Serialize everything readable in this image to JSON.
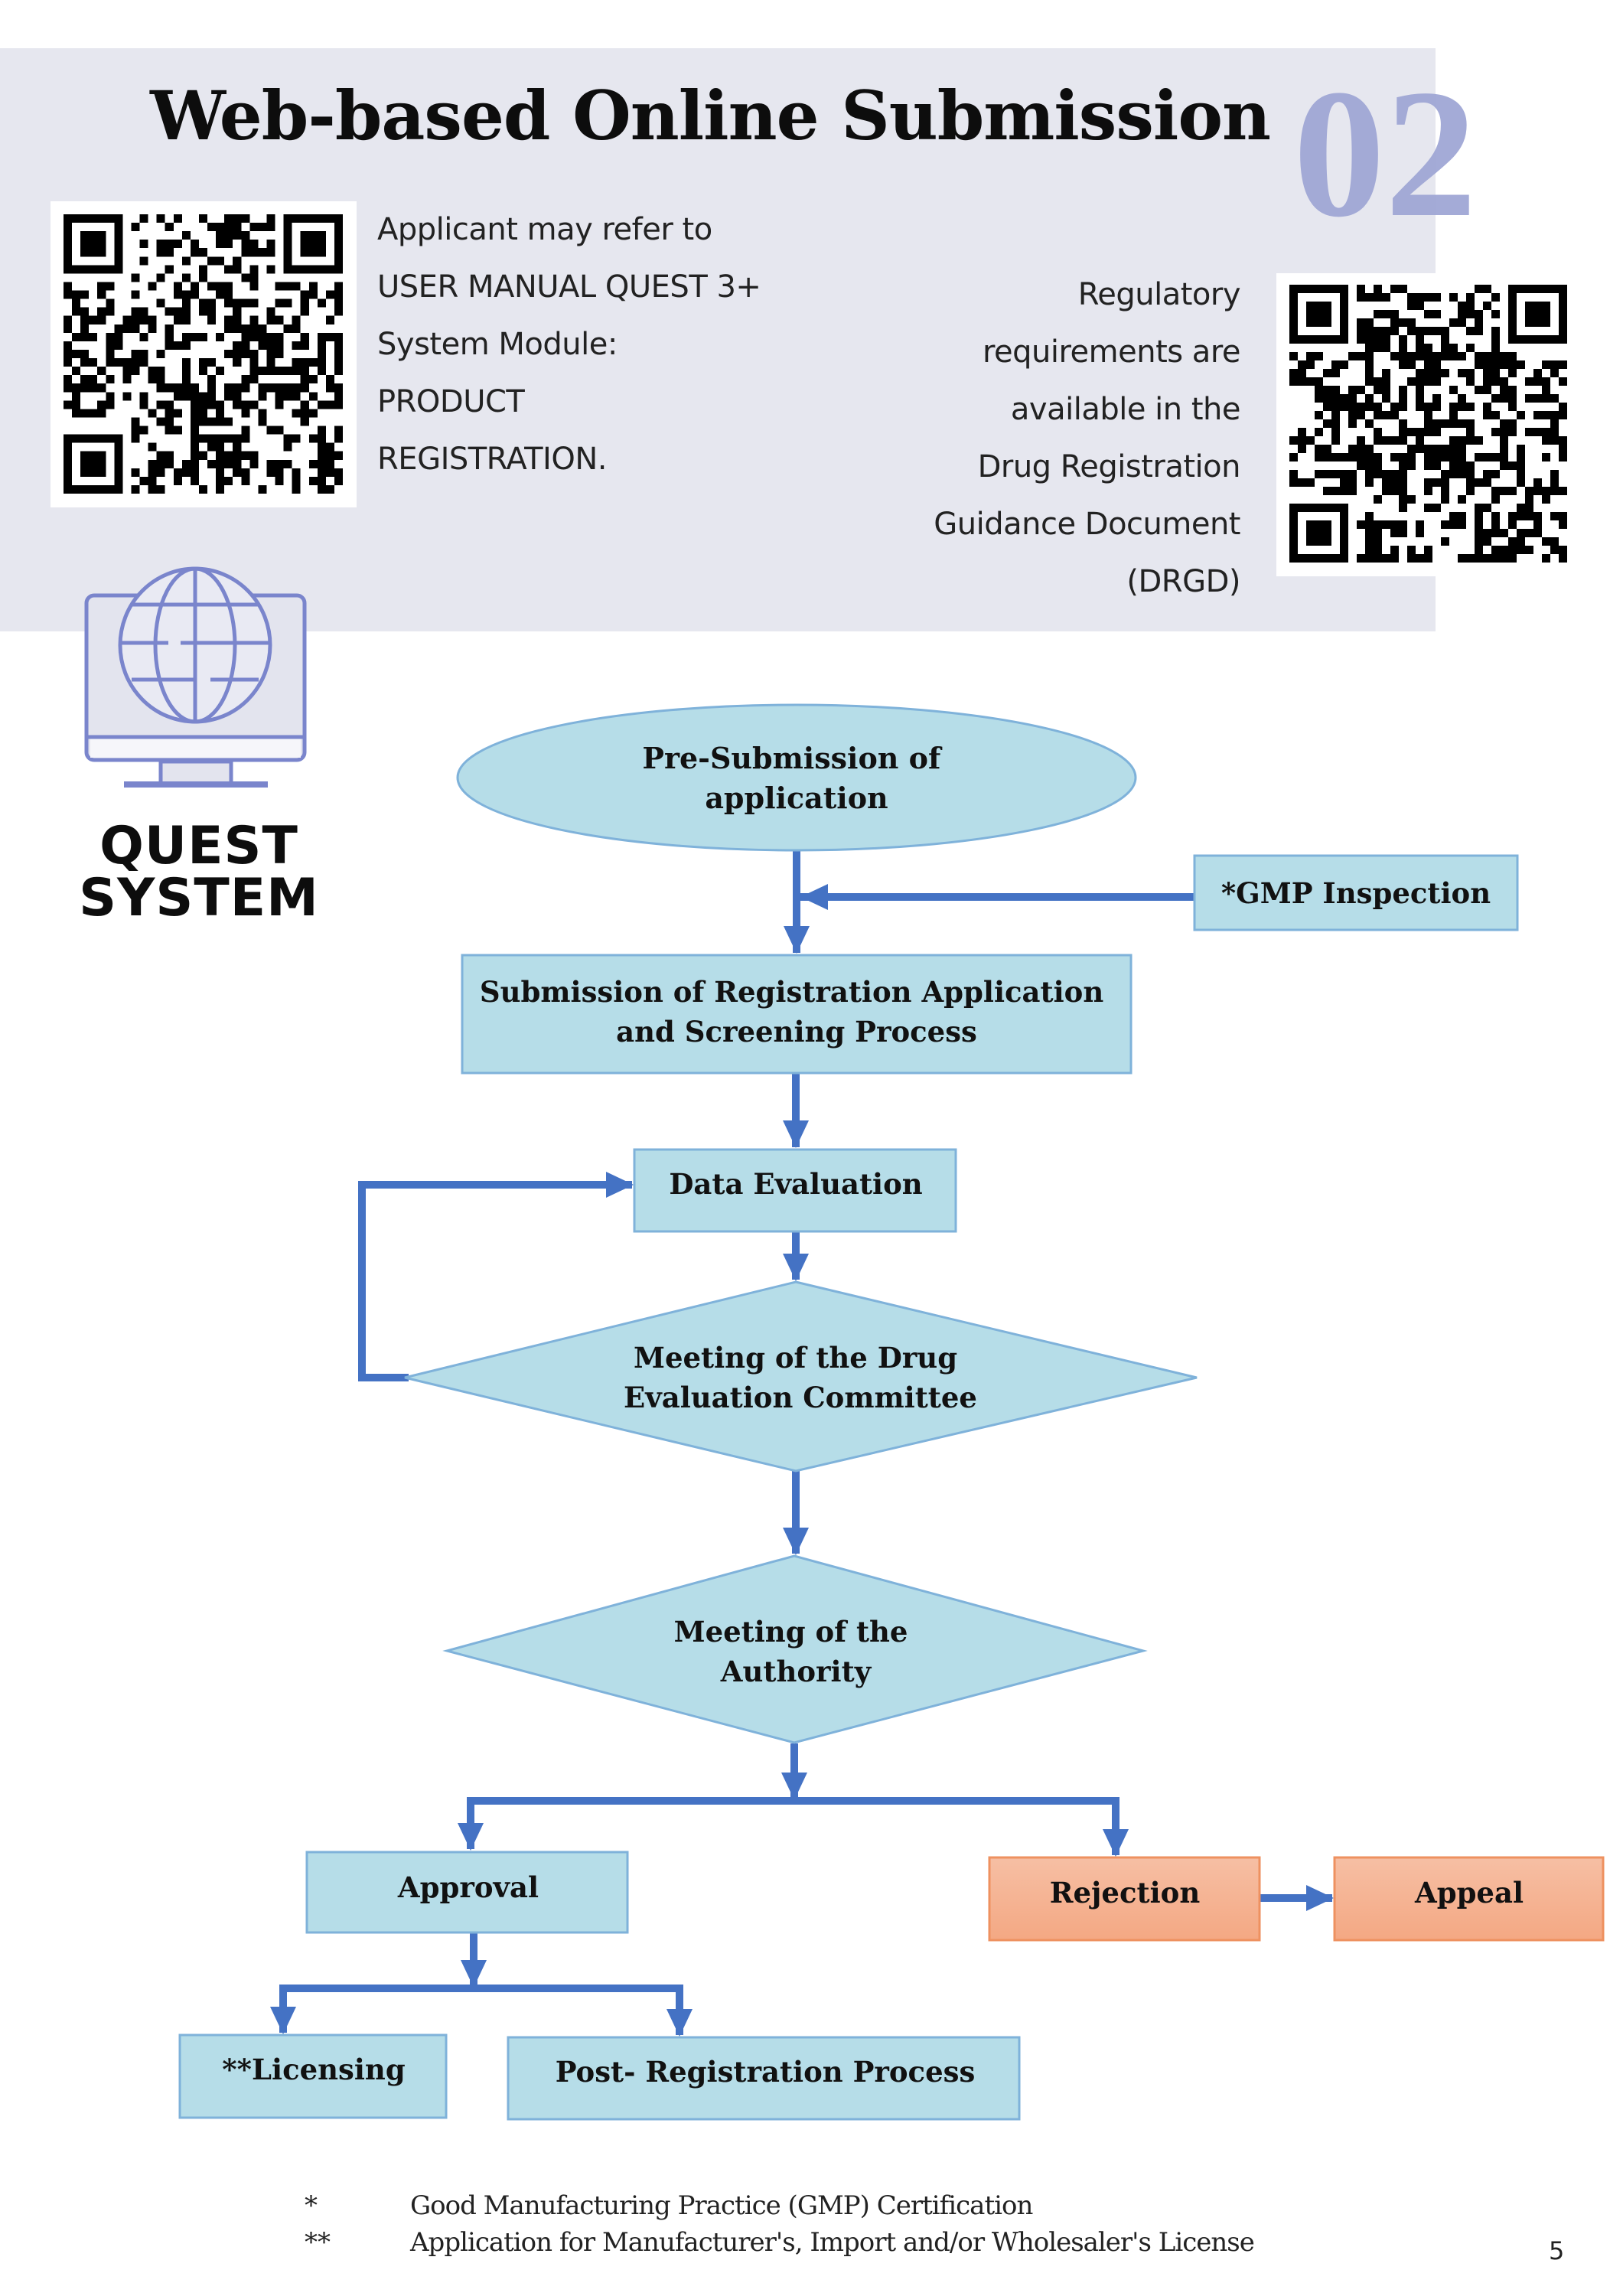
{
  "header": {
    "title": "Web-based Online Submission",
    "section_number": "02",
    "accent_color": "#A0A7D5",
    "panel_color": "#E6E7EF"
  },
  "intro_left": {
    "lines": [
      "Applicant may refer to",
      "USER MANUAL QUEST 3+",
      "System Module:",
      "PRODUCT",
      "REGISTRATION."
    ],
    "qr_icon": "qr-code-icon"
  },
  "intro_right": {
    "lines": [
      "Regulatory",
      "requirements are",
      "available in the",
      "Drug Registration",
      "Guidance Document",
      "(DRGD)"
    ],
    "qr_icon": "qr-code-icon"
  },
  "logo": {
    "icon": "monitor-globe-icon",
    "lines": [
      "QUEST",
      "SYSTEM"
    ],
    "icon_color": "#7A85CC"
  },
  "flowchart": {
    "colors": {
      "node_fill": "#B6DDE8",
      "node_border": "#7FB2DA",
      "alt_fill_top": "#F6BFA4",
      "alt_fill_bottom": "#F4A883",
      "alt_border": "#EE9160",
      "arrow": "#4472C4"
    },
    "nodes": {
      "pre_submission": [
        "Pre-Submission of",
        "application"
      ],
      "gmp_inspection": [
        "*GMP Inspection"
      ],
      "submission": [
        "Submission of Registration Application",
        "and Screening Process"
      ],
      "data_evaluation": [
        "Data Evaluation"
      ],
      "drug_committee": [
        "Meeting of the Drug",
        "Evaluation Committee"
      ],
      "authority": [
        "Meeting of the",
        "Authority"
      ],
      "approval": [
        "Approval"
      ],
      "rejection": [
        "Rejection"
      ],
      "appeal": [
        "Appeal"
      ],
      "licensing": [
        "**Licensing"
      ],
      "post_registration": [
        "Post- Registration Process"
      ]
    }
  },
  "footnotes": [
    {
      "mark": "*",
      "text": "Good Manufacturing Practice (GMP) Certification"
    },
    {
      "mark": "**",
      "text": "Application for Manufacturer's, Import and/or Wholesaler's License"
    }
  ],
  "page_number": "5"
}
